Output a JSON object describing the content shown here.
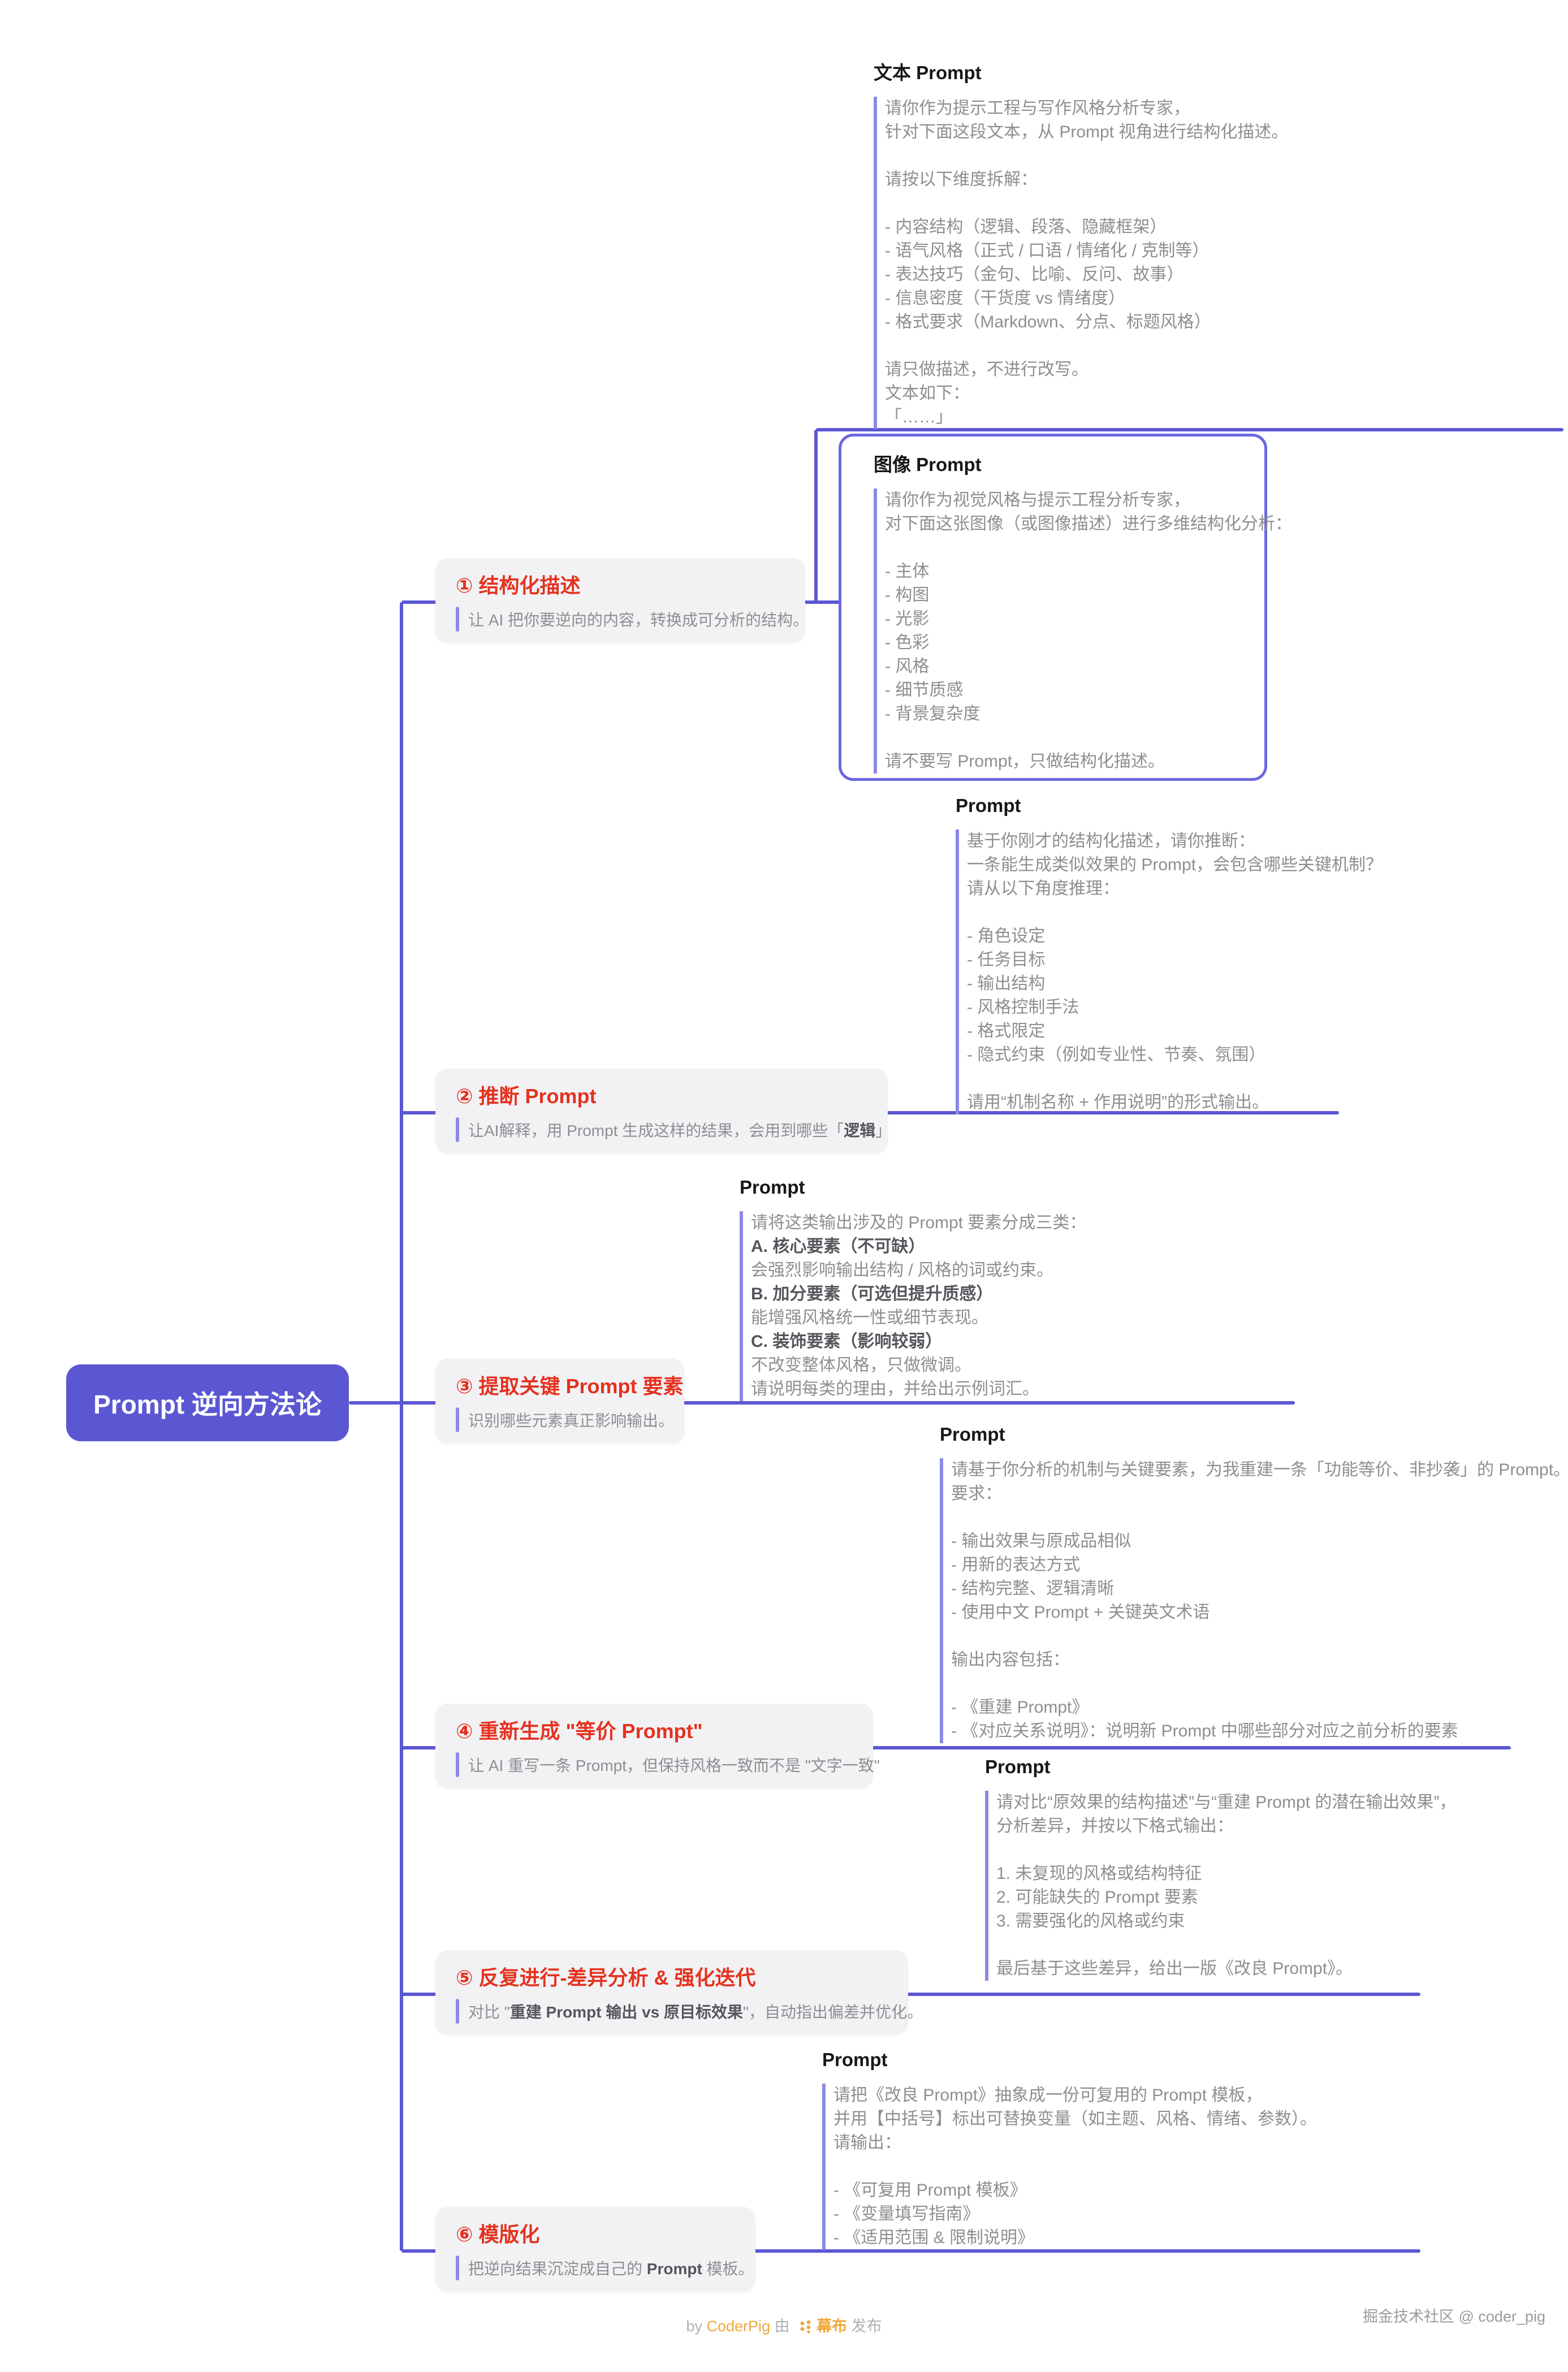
{
  "colors": {
    "accent_purple": "#5b57d3",
    "node_background": "#f2f2f4",
    "branch_title_red": "#e5311f",
    "body_text_gray": "#8e8e93",
    "bold_text_gray": "#55555c",
    "leaf_title_black": "#17171a",
    "bar_lavender": "#8b89e8",
    "image_box_border": "#6b67e0",
    "brand_orange": "#f0a73a",
    "watermark_gray": "#9b9ba1"
  },
  "root": {
    "label": "Prompt 逆向方法论"
  },
  "branches": [
    {
      "title": "① 结构化描述",
      "desc": [
        {
          "t": "让 AI 把你要逆向的内容，转换成可分析的结构。",
          "b": false
        }
      ]
    },
    {
      "title": "② 推断 Prompt",
      "desc": [
        {
          "t": "让AI解释，用 Prompt 生成这样的结果，会用到哪些「",
          "b": false
        },
        {
          "t": "逻辑",
          "b": true
        },
        {
          "t": "」",
          "b": false
        }
      ]
    },
    {
      "title": "③ 提取关键 Prompt 要素",
      "desc": [
        {
          "t": "识别哪些元素真正影响输出。",
          "b": false
        }
      ]
    },
    {
      "title": "④ 重新生成 \"等价 Prompt\"",
      "desc": [
        {
          "t": "让 AI 重写一条 Prompt，但保持风格一致而不是 \"文字一致\"",
          "b": false
        }
      ]
    },
    {
      "title": "⑤ 反复进行-差异分析 & 强化迭代",
      "desc": [
        {
          "t": "对比 \"",
          "b": false
        },
        {
          "t": "重建 Prompt 输出 vs 原目标效果",
          "b": true
        },
        {
          "t": "\"，自动指出偏差并优化。",
          "b": false
        }
      ]
    },
    {
      "title": "⑥ 模版化",
      "desc": [
        {
          "t": "把逆向结果沉淀成自己的 ",
          "b": false
        },
        {
          "t": "Prompt",
          "b": true
        },
        {
          "t": " 模板。",
          "b": false
        }
      ]
    }
  ],
  "leaves": [
    {
      "title": "文本 Prompt",
      "lines": [
        [
          {
            "t": "请你作为提示工程与写作风格分析专家，",
            "b": false
          }
        ],
        [
          {
            "t": "针对下面这段文本，从 Prompt 视角进行结构化描述。",
            "b": false
          }
        ],
        [],
        [
          {
            "t": "请按以下维度拆解：",
            "b": false
          }
        ],
        [],
        [
          {
            "t": "- 内容结构（逻辑、段落、隐藏框架）",
            "b": false
          }
        ],
        [
          {
            "t": "- 语气风格（正式 / 口语 / 情绪化 / 克制等）",
            "b": false
          }
        ],
        [
          {
            "t": "- 表达技巧（金句、比喻、反问、故事）",
            "b": false
          }
        ],
        [
          {
            "t": "- 信息密度（干货度 vs 情绪度）",
            "b": false
          }
        ],
        [
          {
            "t": "- 格式要求（Markdown、分点、标题风格）",
            "b": false
          }
        ],
        [],
        [
          {
            "t": "请只做描述，不进行改写。",
            "b": false
          }
        ],
        [
          {
            "t": "文本如下：",
            "b": false
          }
        ],
        [
          {
            "t": "「……」",
            "b": false
          }
        ]
      ]
    },
    {
      "title": "图像 Prompt",
      "lines": [
        [
          {
            "t": "请你作为视觉风格与提示工程分析专家，",
            "b": false
          }
        ],
        [
          {
            "t": "对下面这张图像（或图像描述）进行多维结构化分析：",
            "b": false
          }
        ],
        [],
        [
          {
            "t": "- 主体",
            "b": false
          }
        ],
        [
          {
            "t": "- 构图",
            "b": false
          }
        ],
        [
          {
            "t": "- 光影",
            "b": false
          }
        ],
        [
          {
            "t": "- 色彩",
            "b": false
          }
        ],
        [
          {
            "t": "- 风格",
            "b": false
          }
        ],
        [
          {
            "t": "- 细节质感",
            "b": false
          }
        ],
        [
          {
            "t": "- 背景复杂度",
            "b": false
          }
        ],
        [],
        [
          {
            "t": "请不要写 Prompt，只做结构化描述。",
            "b": false
          }
        ]
      ]
    },
    {
      "title": "Prompt",
      "lines": [
        [
          {
            "t": "基于你刚才的结构化描述，请你推断：",
            "b": false
          }
        ],
        [
          {
            "t": "一条能生成类似效果的 Prompt，会包含哪些关键机制？",
            "b": false
          }
        ],
        [
          {
            "t": "请从以下角度推理：",
            "b": false
          }
        ],
        [],
        [
          {
            "t": "- 角色设定",
            "b": false
          }
        ],
        [
          {
            "t": "- 任务目标",
            "b": false
          }
        ],
        [
          {
            "t": "- 输出结构",
            "b": false
          }
        ],
        [
          {
            "t": "- 风格控制手法",
            "b": false
          }
        ],
        [
          {
            "t": "- 格式限定",
            "b": false
          }
        ],
        [
          {
            "t": "- 隐式约束（例如专业性、节奏、氛围）",
            "b": false
          }
        ],
        [],
        [
          {
            "t": "请用“机制名称 + 作用说明”的形式输出。",
            "b": false
          }
        ]
      ]
    },
    {
      "title": "Prompt",
      "lines": [
        [
          {
            "t": "请将这类输出涉及的 Prompt 要素分成三类：",
            "b": false
          }
        ],
        [
          {
            "t": "A. 核心要素（不可缺）",
            "b": true
          }
        ],
        [
          {
            "t": "会强烈影响输出结构 / 风格的词或约束。",
            "b": false
          }
        ],
        [
          {
            "t": "B. 加分要素（可选但提升质感）",
            "b": true
          }
        ],
        [
          {
            "t": "能增强风格统一性或细节表现。",
            "b": false
          }
        ],
        [
          {
            "t": "C. 装饰要素（影响较弱）",
            "b": true
          }
        ],
        [
          {
            "t": "不改变整体风格，只做微调。",
            "b": false
          }
        ],
        [
          {
            "t": "请说明每类的理由，并给出示例词汇。",
            "b": false
          }
        ]
      ]
    },
    {
      "title": "Prompt",
      "lines": [
        [
          {
            "t": "请基于你分析的机制与关键要素，为我重建一条「功能等价、非抄袭」的 Prompt。",
            "b": false
          }
        ],
        [
          {
            "t": "要求：",
            "b": false
          }
        ],
        [],
        [
          {
            "t": "- 输出效果与原成品相似",
            "b": false
          }
        ],
        [
          {
            "t": "- 用新的表达方式",
            "b": false
          }
        ],
        [
          {
            "t": "- 结构完整、逻辑清晰",
            "b": false
          }
        ],
        [
          {
            "t": "- 使用中文 Prompt + 关键英文术语",
            "b": false
          }
        ],
        [],
        [
          {
            "t": "输出内容包括：",
            "b": false
          }
        ],
        [],
        [
          {
            "t": "- 《重建 Prompt》",
            "b": false
          }
        ],
        [
          {
            "t": "- 《对应关系说明》：说明新 Prompt 中哪些部分对应之前分析的要素",
            "b": false
          }
        ]
      ]
    },
    {
      "title": "Prompt",
      "lines": [
        [
          {
            "t": "请对比“原效果的结构描述”与“重建 Prompt 的潜在输出效果”，",
            "b": false
          }
        ],
        [
          {
            "t": "分析差异，并按以下格式输出：",
            "b": false
          }
        ],
        [],
        [
          {
            "t": "1. 未复现的风格或结构特征",
            "b": false
          }
        ],
        [
          {
            "t": "2. 可能缺失的 Prompt 要素",
            "b": false
          }
        ],
        [
          {
            "t": "3. 需要强化的风格或约束",
            "b": false
          }
        ],
        [],
        [
          {
            "t": "最后基于这些差异，给出一版《改良 Prompt》。",
            "b": false
          }
        ]
      ]
    },
    {
      "title": "Prompt",
      "lines": [
        [
          {
            "t": "请把《改良 Prompt》抽象成一份可复用的 Prompt 模板，",
            "b": false
          }
        ],
        [
          {
            "t": "并用【中括号】标出可替换变量（如主题、风格、情绪、参数）。",
            "b": false
          }
        ],
        [
          {
            "t": "请输出：",
            "b": false
          }
        ],
        [],
        [
          {
            "t": "- 《可复用 Prompt 模板》",
            "b": false
          }
        ],
        [
          {
            "t": "- 《变量填写指南》",
            "b": false
          }
        ],
        [
          {
            "t": "- 《适用范围 & 限制说明》",
            "b": false
          }
        ]
      ]
    }
  ],
  "footer": {
    "prefix": "by ",
    "author": "CoderPig",
    "connector": " 由 ",
    "brand": "幕布",
    "suffix": " 发布"
  },
  "watermark": "掘金技术社区 @ coder_pig"
}
